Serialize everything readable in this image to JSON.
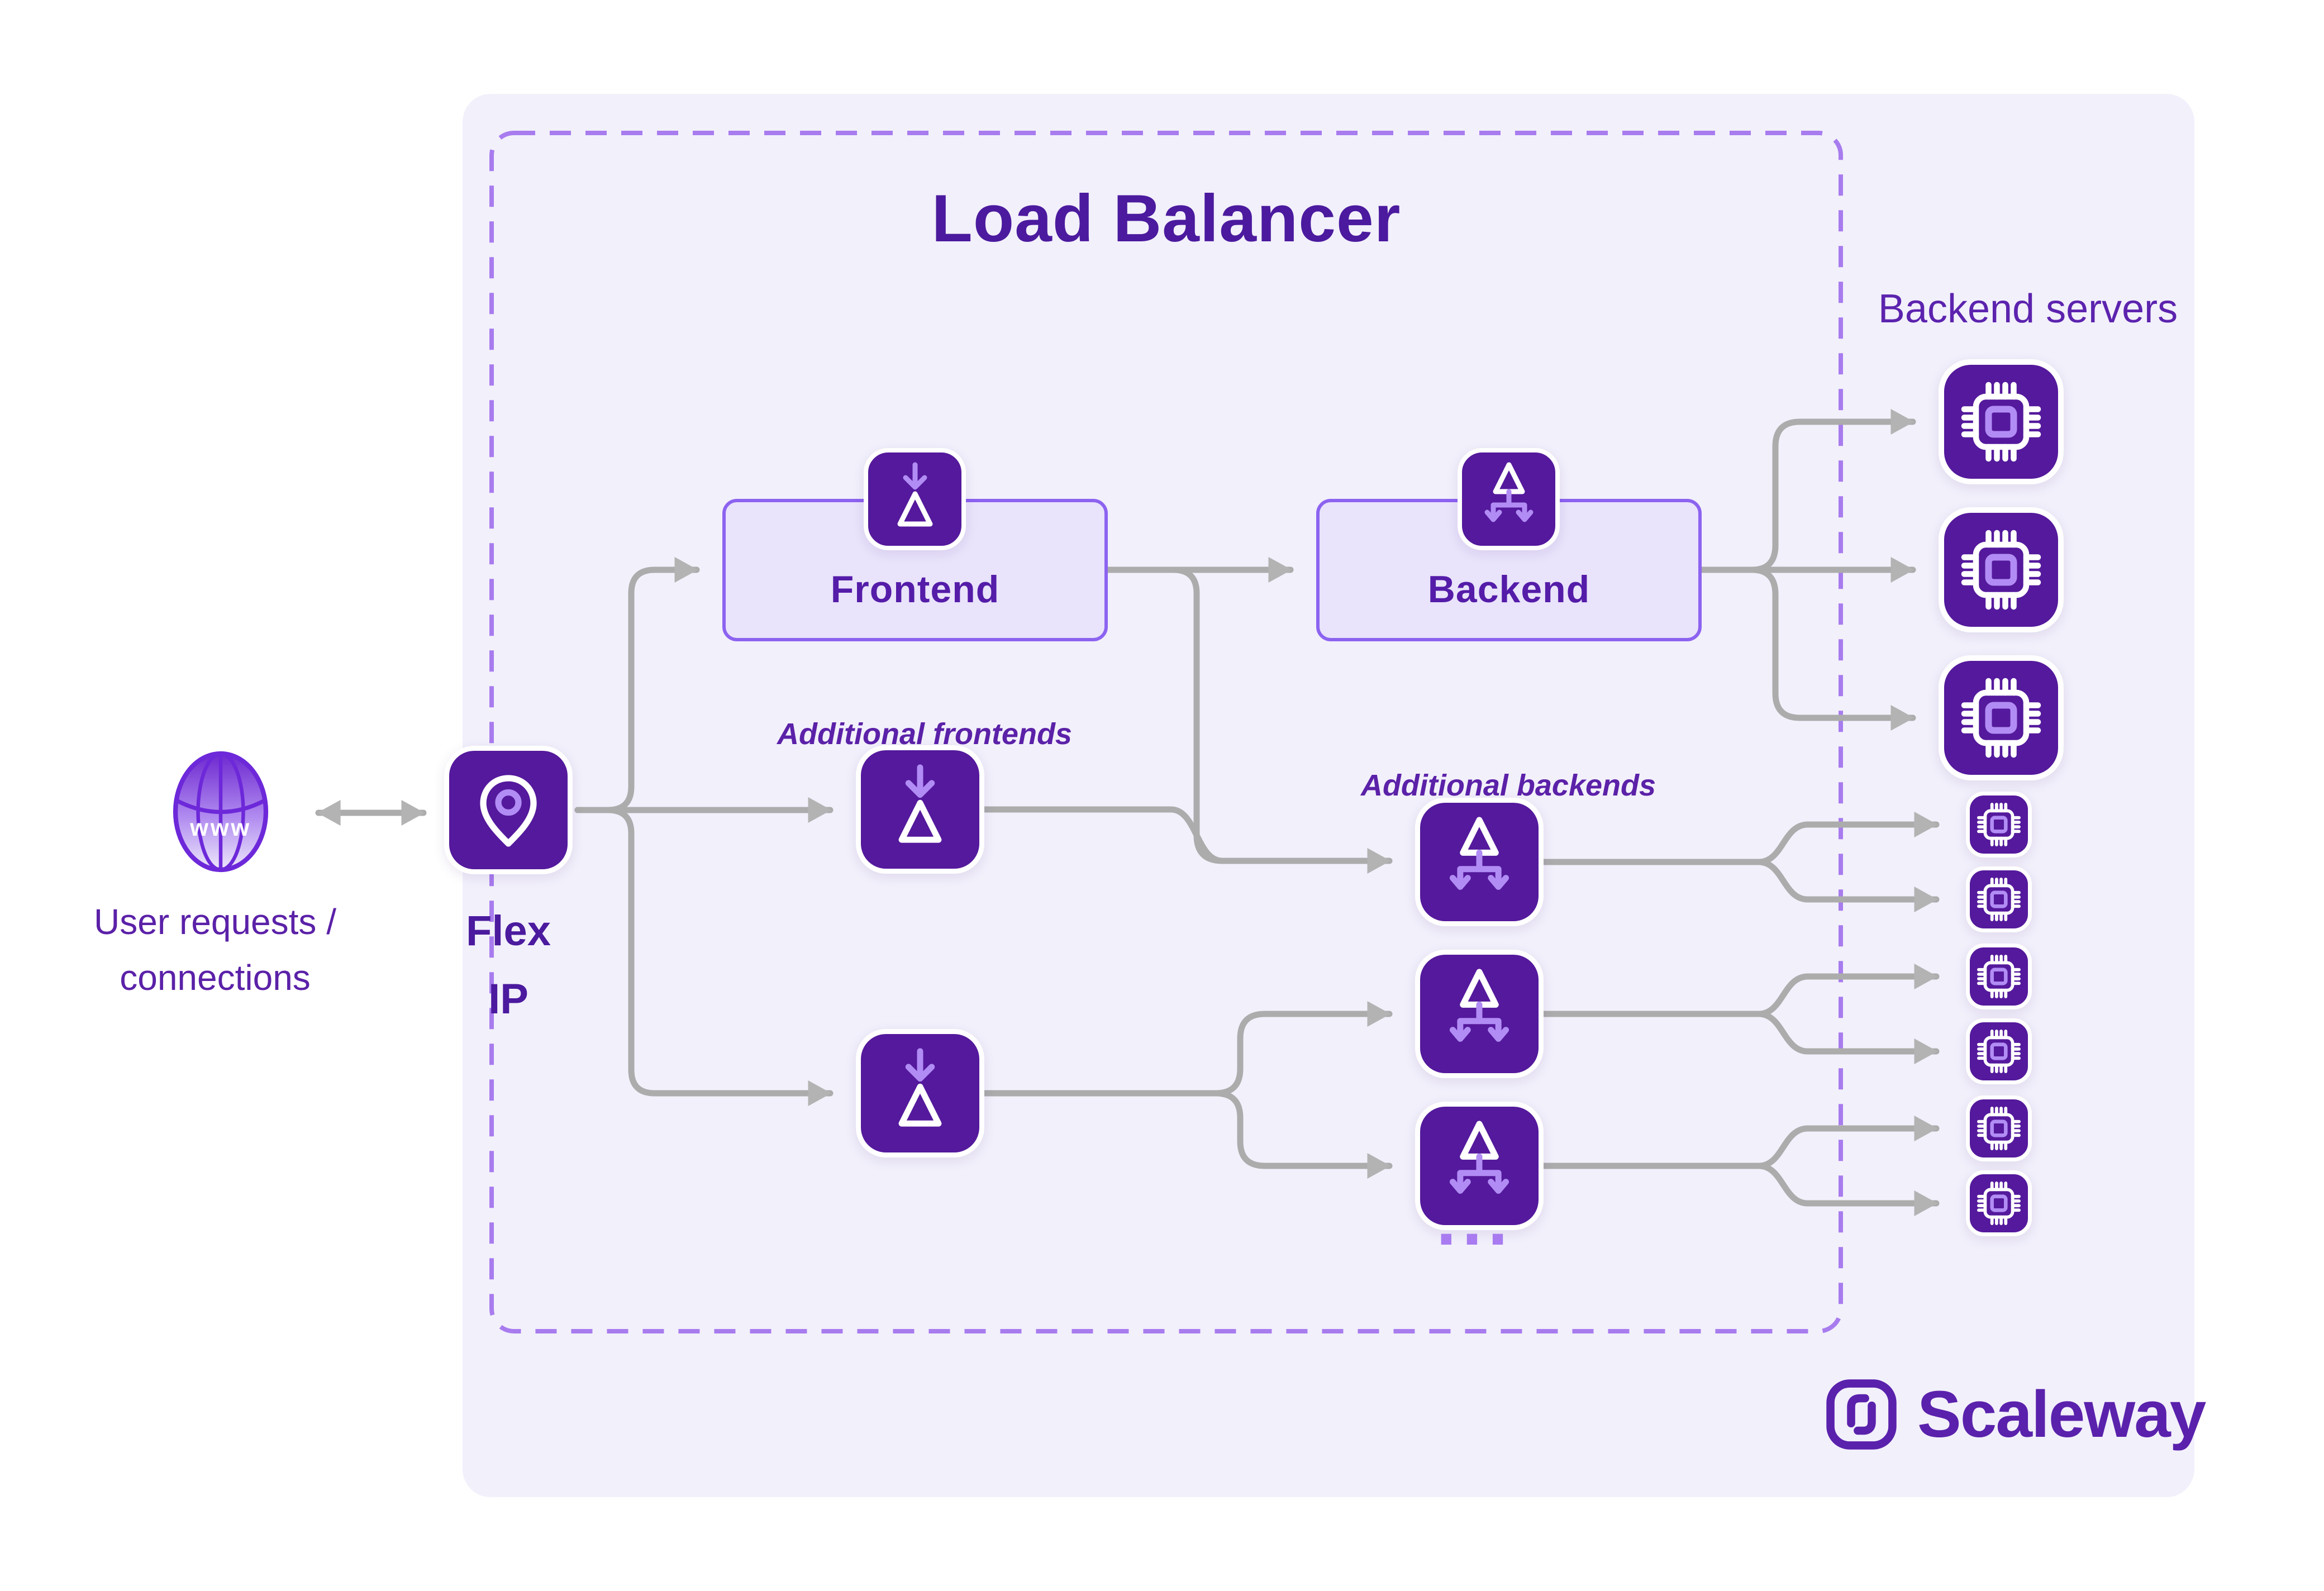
{
  "diagram": {
    "title": "Load Balancer",
    "backend_servers_label": "Backend servers",
    "user_label_line1": "User requests /",
    "user_label_line2": "connections",
    "globe_text": "www",
    "flex_ip_line1": "Flex",
    "flex_ip_line2": "IP",
    "frontend_label": "Frontend",
    "backend_label": "Backend",
    "additional_frontends_label": "Additional frontends",
    "additional_backends_label": "Additional backends",
    "ellipsis": "..."
  },
  "brand": {
    "wordmark": "Scaleway"
  },
  "icons": {
    "globe": "globe-www-icon",
    "flex_ip": "map-pin-icon",
    "frontend": "frontend-ingress-icon",
    "backend": "backend-distribution-icon",
    "server": "cpu-chip-icon",
    "brand_mark": "scaleway-logomark"
  },
  "colors": {
    "tile_purple": "#54199C",
    "light_purple": "#B18CF4",
    "panel_lavender": "#F2F0FB",
    "dashed_border": "#A87CEE",
    "box_fill": "#E9E3FB",
    "box_border": "#8C63F0",
    "connector_gray": "#ACACAC",
    "heading_purple": "#4B1A9E",
    "text_purple": "#5B21A8",
    "brand_purple": "#5A21AC"
  }
}
